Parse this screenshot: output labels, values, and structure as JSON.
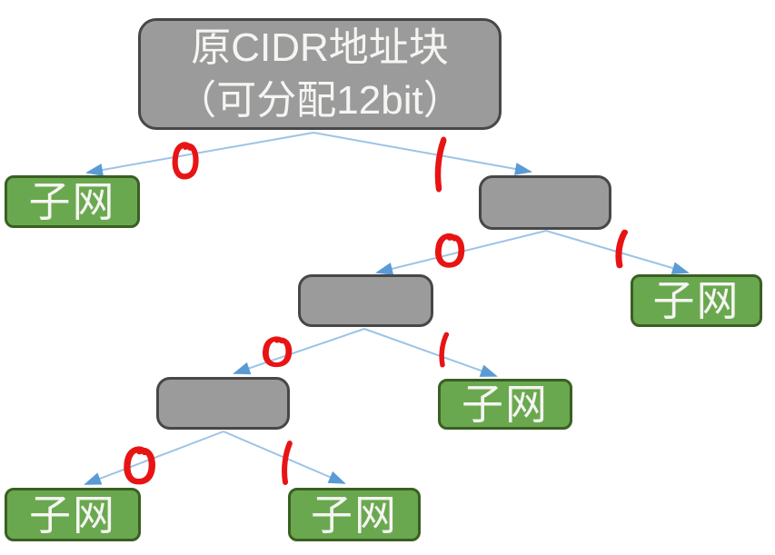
{
  "diagram": {
    "root": {
      "line1": "原CIDR地址块",
      "line2": "（可分配12bit）"
    },
    "subnet_top_left": {
      "label": "子网"
    },
    "branch_level2": {
      "label": ""
    },
    "branch_level3": {
      "label": ""
    },
    "subnet_right": {
      "label": "子网"
    },
    "branch_level4": {
      "label": ""
    },
    "subnet_mid": {
      "label": "子网"
    },
    "subnet_bottom_left": {
      "label": "子网"
    },
    "subnet_bottom_right": {
      "label": "子网"
    },
    "edge_bits": {
      "root_left": "0",
      "root_right": "1",
      "l2_left": "0",
      "l2_right": "1",
      "l3_left": "0",
      "l3_right": "1",
      "l4_left": "0",
      "l4_right": "1"
    }
  },
  "colors": {
    "node_gray": "#9b9b9b",
    "node_gray_border": "#474747",
    "node_green": "#6aa84f",
    "node_green_border": "#3a5f23",
    "node_text": "#f5f5f2",
    "edge_line": "#9dc3e6",
    "edge_arrow": "#5b9bd5",
    "annotation_red": "#e81414"
  }
}
